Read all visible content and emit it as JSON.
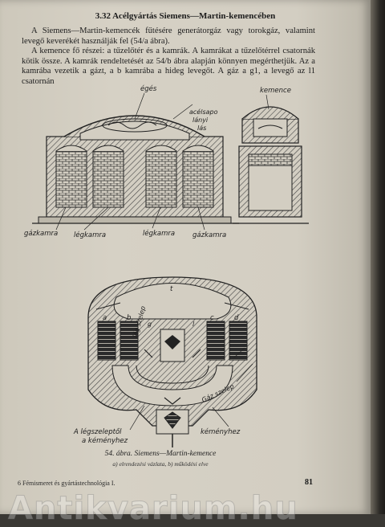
{
  "heading": "3.32 Acélgyártás Siemens—Martin-kemencében",
  "paragraphs": [
    "A Siemens—Martin-kemencék fűtésére generátorgáz vagy torokgáz, valamint levegő keverékét használják fel (54/a ábra).",
    "A kemence fő részei: a tűzelőtér és a kamrák. A kamrákat a tűzelőtérrel csatornák kötik össze. A kamrák rendeltetését az 54/b ábra alapján könnyen megérthetjük. Az a kamrába vezetik a gázt, a b kamrába a hideg levegőt. A gáz a g1, a levegő az l1 csatornán"
  ],
  "figure_top": {
    "labels": {
      "eges": "égés",
      "acelsapo": "acélsapo",
      "lanyi": "lányi",
      "las": "lás",
      "kemence": "kemence",
      "gazkamra_left": "gázkamra",
      "legkamra_left": "légkamra",
      "legkamra_mid": "légkamra",
      "gazkamra_right": "gázkamra"
    }
  },
  "figure_bottom": {
    "labels": {
      "t": "t",
      "a": "a",
      "b": "b",
      "c": "c",
      "d": "d",
      "g1": "g",
      "l1": "l",
      "leg_szelep": "lég szelep",
      "gaz_szelep": "Gáz szelep",
      "legszeleptol": "A légszeleptől",
      "kemenyhez_left": "a kéményhez",
      "kemenyhez_right": "kéményhez"
    }
  },
  "caption": "54. ábra. Siemens—Martin-kemence",
  "subcaption": "a) elrendezési vázlata, b) működési elve",
  "footnote": "6 Fémismeret és gyártástechnológia I.",
  "page_number": "81",
  "watermark": "Antikvarium.hu",
  "colors": {
    "paper": "#d3cec2",
    "ink": "#1d1d1d",
    "hatch": "#555"
  }
}
